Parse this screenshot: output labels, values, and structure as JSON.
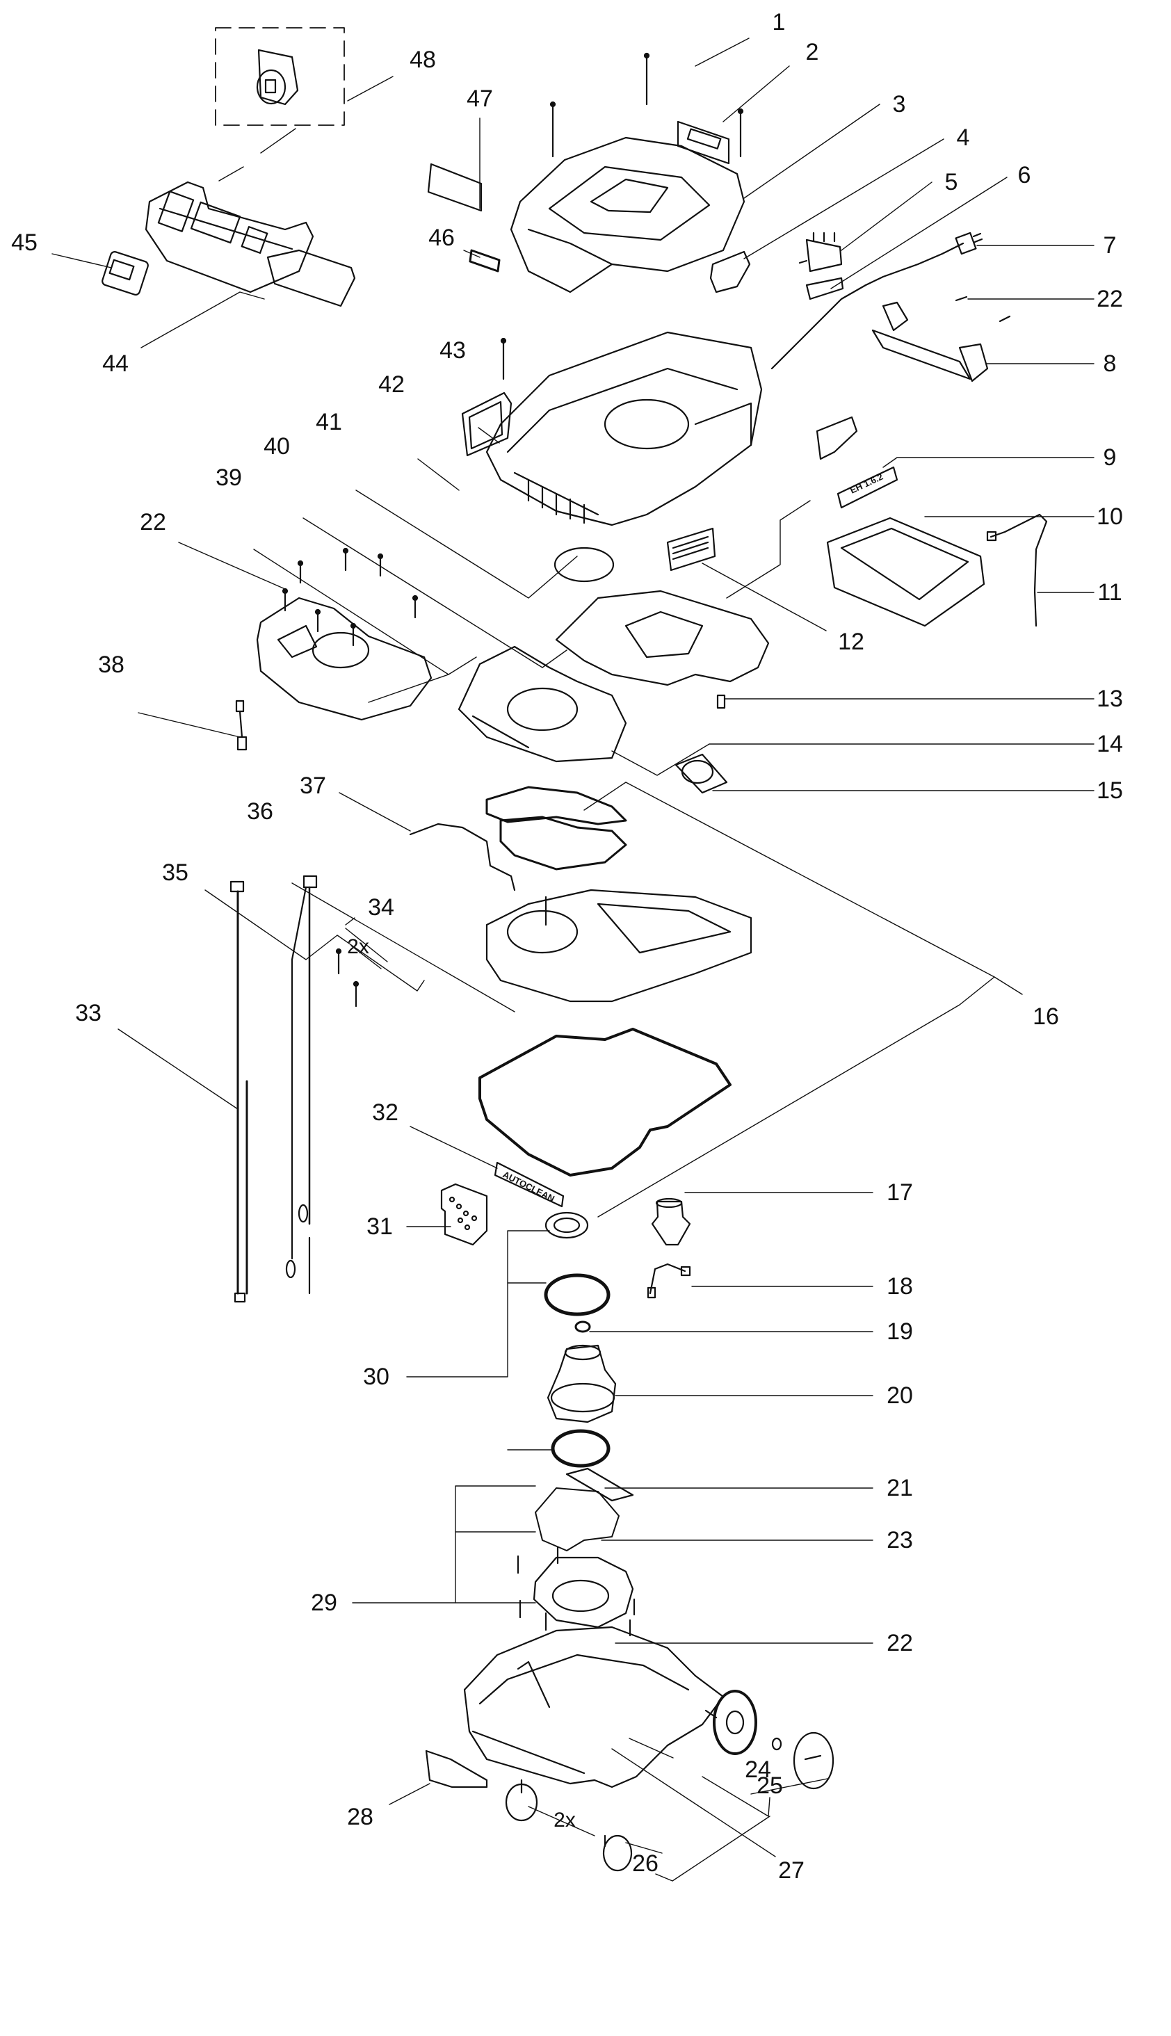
{
  "diagram": {
    "type": "exploded-parts-view",
    "subject": "wet/dry vacuum extractor assembly",
    "part_labels": {
      "32": "AUTOCLEAN"
    },
    "quantity_marks": [
      {
        "for_callout": "34",
        "text": "2x"
      },
      {
        "for_callout": "26",
        "text": "2x"
      }
    ],
    "callouts": [
      {
        "id": "c1",
        "label": "1"
      },
      {
        "id": "c2",
        "label": "2"
      },
      {
        "id": "c3",
        "label": "3"
      },
      {
        "id": "c4",
        "label": "4"
      },
      {
        "id": "c5",
        "label": "5"
      },
      {
        "id": "c6",
        "label": "6"
      },
      {
        "id": "c7",
        "label": "7"
      },
      {
        "id": "c22a",
        "label": "22"
      },
      {
        "id": "c8",
        "label": "8"
      },
      {
        "id": "c9",
        "label": "9"
      },
      {
        "id": "c10",
        "label": "10"
      },
      {
        "id": "c11",
        "label": "11"
      },
      {
        "id": "c12",
        "label": "12"
      },
      {
        "id": "c13",
        "label": "13"
      },
      {
        "id": "c14",
        "label": "14"
      },
      {
        "id": "c15",
        "label": "15"
      },
      {
        "id": "c16",
        "label": "16"
      },
      {
        "id": "c17",
        "label": "17"
      },
      {
        "id": "c18",
        "label": "18"
      },
      {
        "id": "c19",
        "label": "19"
      },
      {
        "id": "c20",
        "label": "20"
      },
      {
        "id": "c21",
        "label": "21"
      },
      {
        "id": "c23",
        "label": "23"
      },
      {
        "id": "c22b",
        "label": "22"
      },
      {
        "id": "c24",
        "label": "24"
      },
      {
        "id": "c25",
        "label": "25"
      },
      {
        "id": "c26",
        "label": "26"
      },
      {
        "id": "c27",
        "label": "27"
      },
      {
        "id": "c28",
        "label": "28"
      },
      {
        "id": "c29",
        "label": "29"
      },
      {
        "id": "c30",
        "label": "30"
      },
      {
        "id": "c31",
        "label": "31"
      },
      {
        "id": "c32",
        "label": "32"
      },
      {
        "id": "c33",
        "label": "33"
      },
      {
        "id": "c34",
        "label": "34"
      },
      {
        "id": "c35",
        "label": "35"
      },
      {
        "id": "c36",
        "label": "36"
      },
      {
        "id": "c37",
        "label": "37"
      },
      {
        "id": "c38",
        "label": "38"
      },
      {
        "id": "c22c",
        "label": "22"
      },
      {
        "id": "c39",
        "label": "39"
      },
      {
        "id": "c40",
        "label": "40"
      },
      {
        "id": "c41",
        "label": "41"
      },
      {
        "id": "c42",
        "label": "42"
      },
      {
        "id": "c43",
        "label": "43"
      },
      {
        "id": "c44",
        "label": "44"
      },
      {
        "id": "c45",
        "label": "45"
      },
      {
        "id": "c46",
        "label": "46"
      },
      {
        "id": "c47",
        "label": "47"
      },
      {
        "id": "c48",
        "label": "48"
      }
    ]
  }
}
